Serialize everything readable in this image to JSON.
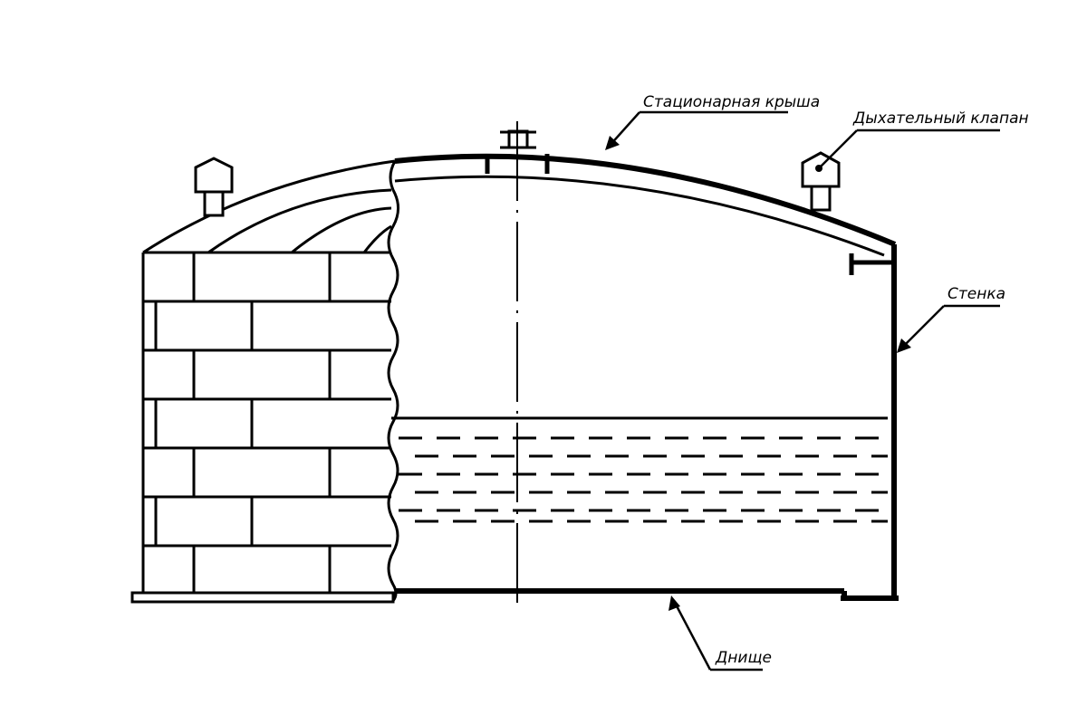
{
  "diagram": {
    "type": "tank-cross-section",
    "colors": {
      "line": "#000000",
      "background": "#ffffff"
    },
    "labels": {
      "roof": "Стационарная крыша",
      "valve": "Дыхательный клапан",
      "wall": "Стенка",
      "bottom": "Днище"
    },
    "icons": [
      "breathing-valve-icon",
      "roof-hatch-icon",
      "leader-arrow-icon"
    ]
  }
}
